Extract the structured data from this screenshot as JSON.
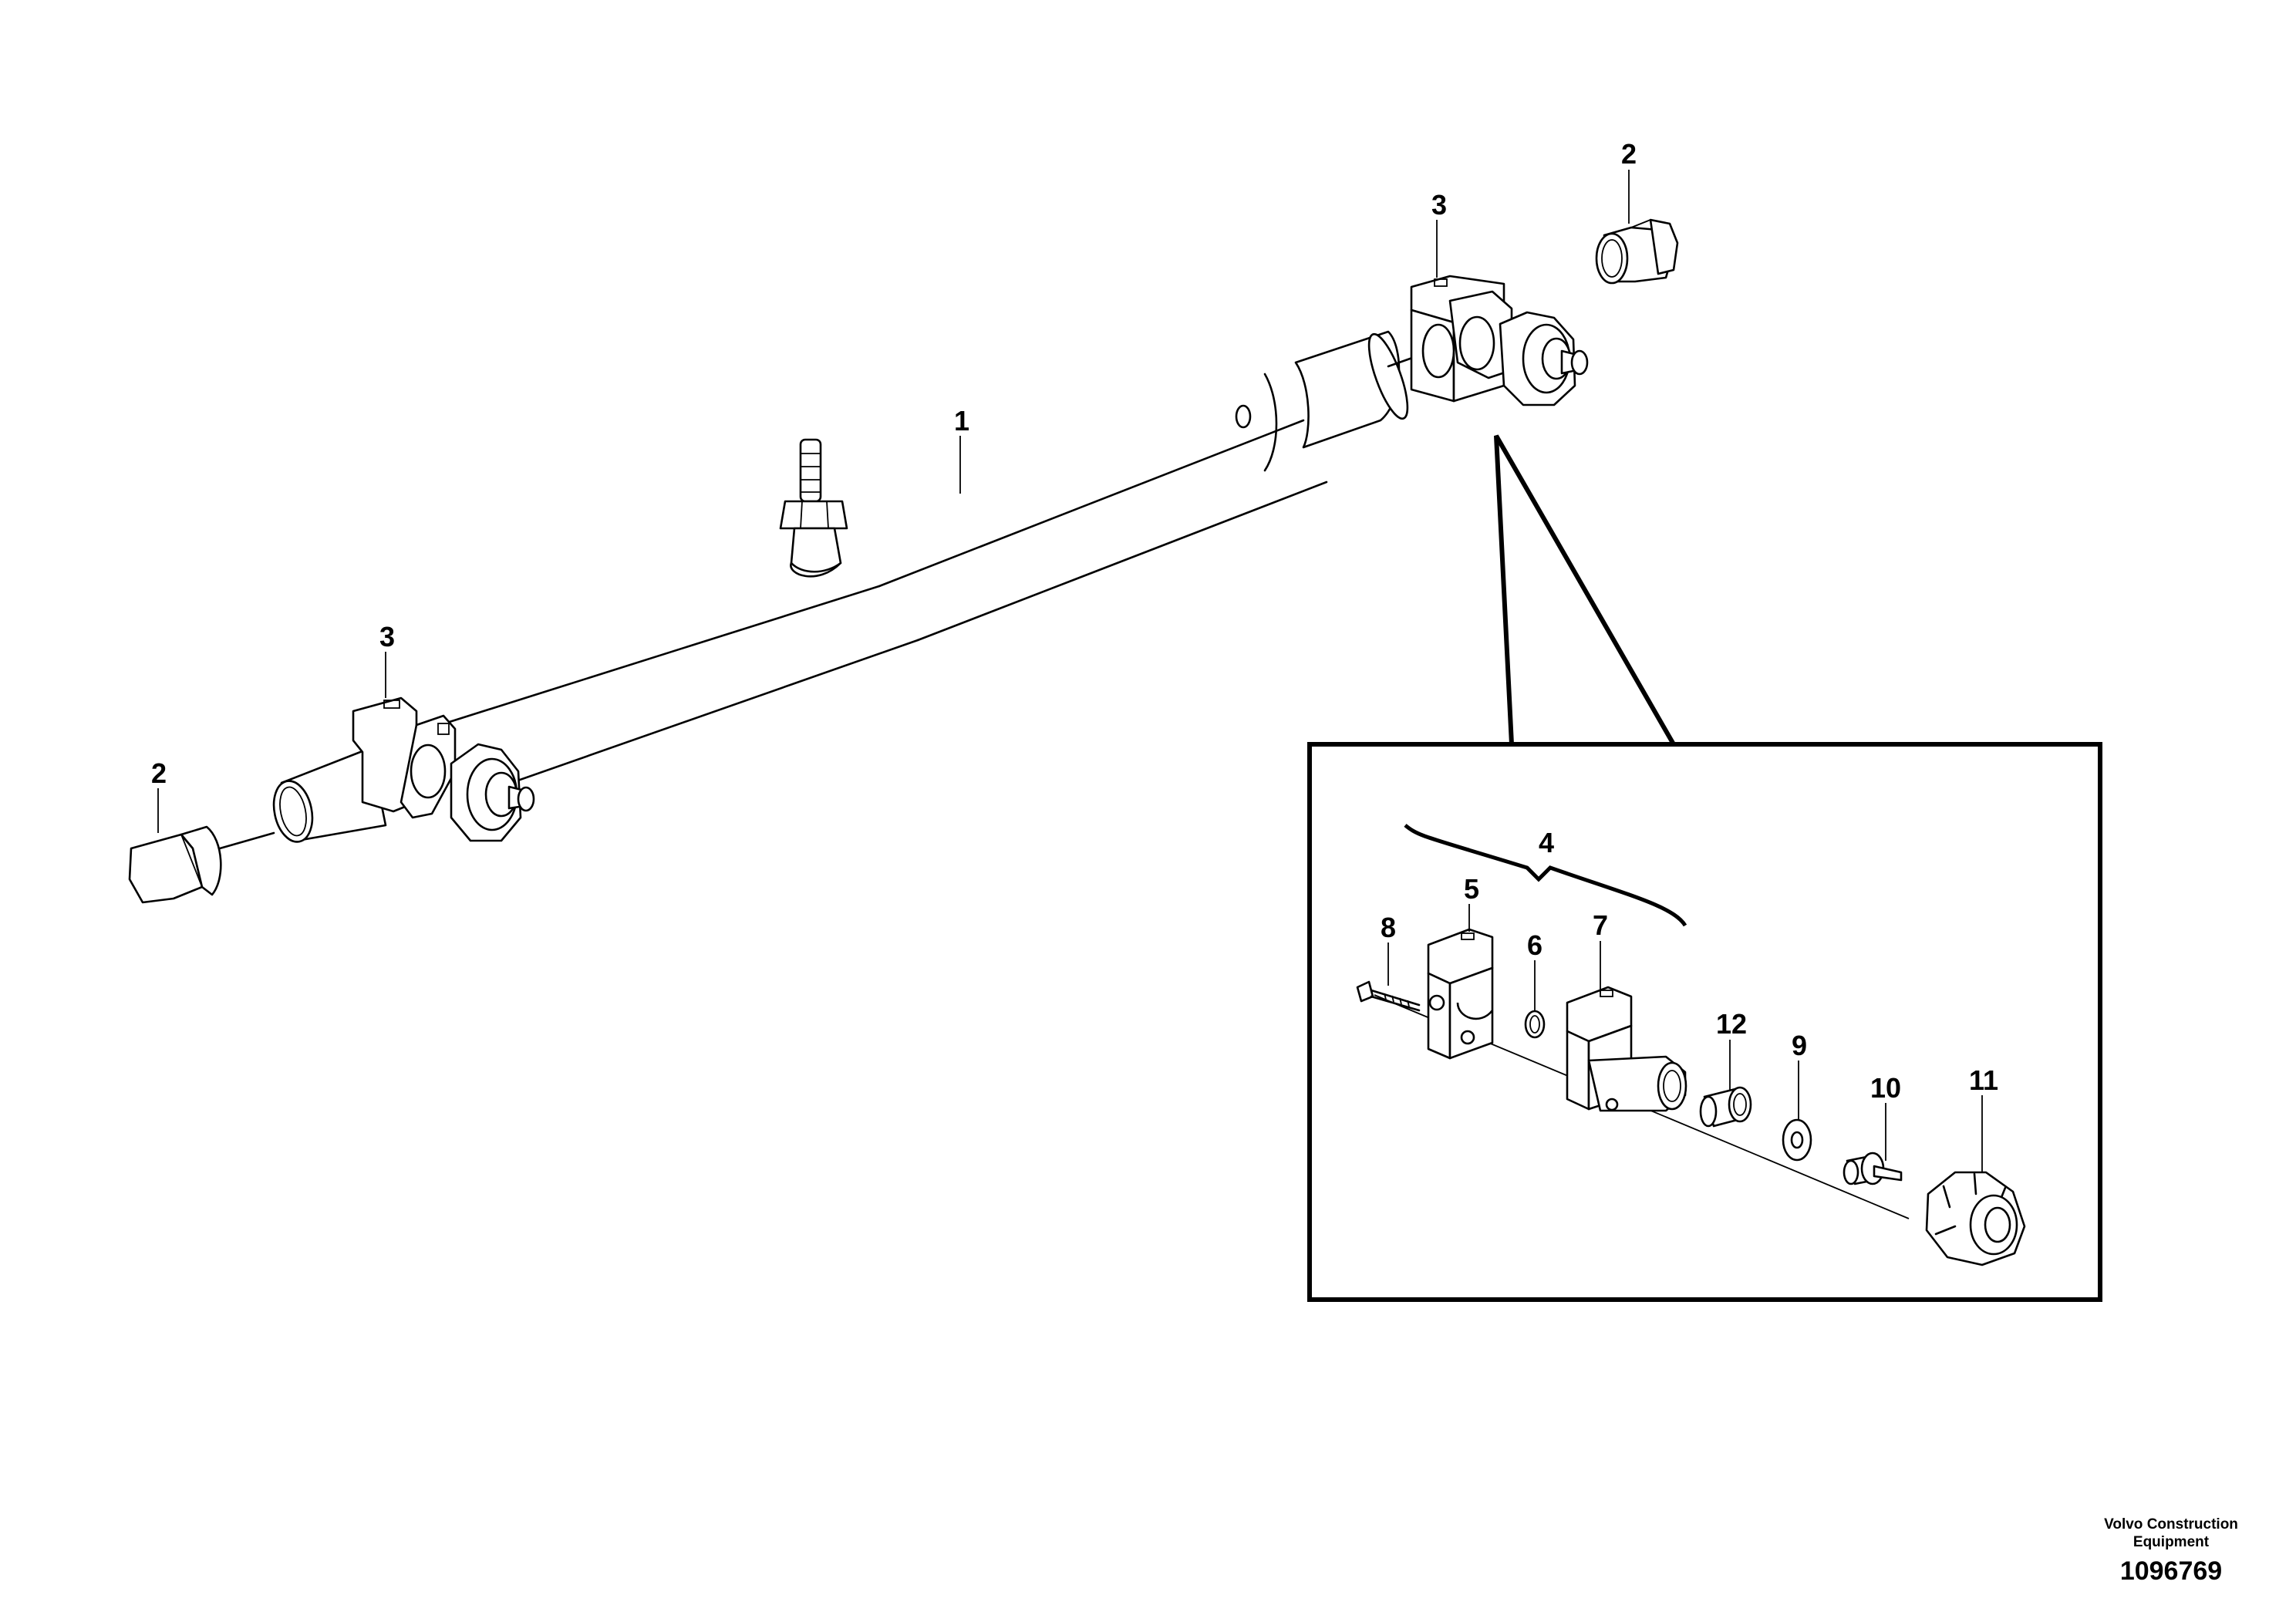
{
  "callouts": {
    "c1": "1",
    "c2_left": "2",
    "c2_right": "2",
    "c3_left": "3",
    "c3_right": "3",
    "c4": "4",
    "c5": "5",
    "c6": "6",
    "c7": "7",
    "c8": "8",
    "c9": "9",
    "c10": "10",
    "c11": "11",
    "c12": "12"
  },
  "footer": {
    "brand_line1": "Volvo Construction",
    "brand_line2": "Equipment",
    "doc_number": "1096769"
  }
}
